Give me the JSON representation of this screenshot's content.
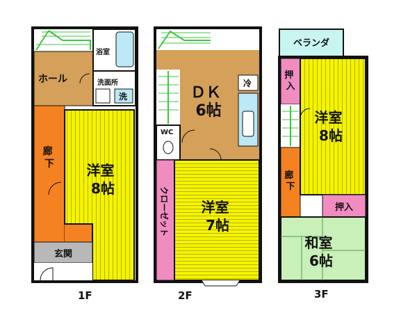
{
  "floors": [
    {
      "label": "1F",
      "rooms": {
        "bath": "浴室",
        "hall": "ホール",
        "washroom": "洗面所",
        "washer": "洗",
        "corridor": "廊下",
        "western": "洋室\n8帖",
        "entrance": "玄関"
      }
    },
    {
      "label": "2F",
      "rooms": {
        "dk": "ＤＫ\n6帖",
        "fridge": "冷",
        "wc": "WC",
        "closet": "クローゼット",
        "western": "洋室\n7帖"
      }
    },
    {
      "label": "3F",
      "rooms": {
        "veranda": "ベランダ",
        "oshiire_top": "押入",
        "western": "洋室\n8帖",
        "corridor": "廊下",
        "oshiire_mid": "押入",
        "japanese": "和室\n6帖"
      }
    }
  ],
  "colors": {
    "wall": "#111111",
    "western_floor": "#f4f400",
    "western_stripe": "#b8b000",
    "wood": "#d4a05a",
    "corridor": "#f58220",
    "closet": "#f08cc0",
    "wet_area": "#ffffff",
    "veranda": "#c8f5f0",
    "tatami": "#c8f0b8",
    "entrance": "#b8b8b8",
    "stairs": "#3cc83c"
  }
}
